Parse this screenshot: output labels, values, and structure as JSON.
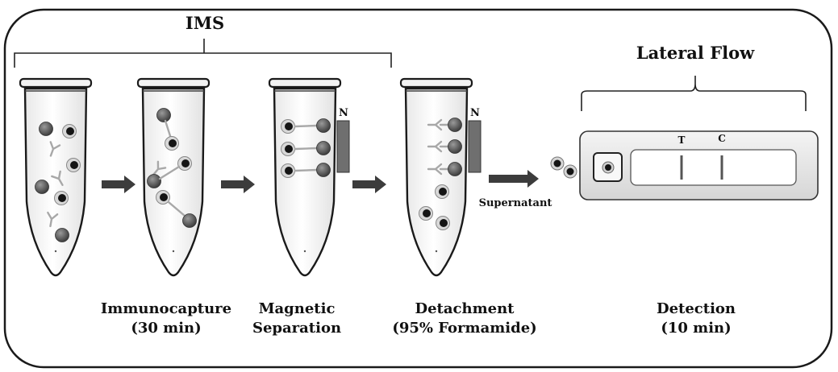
{
  "labels": {
    "ims": "IMS",
    "lateral_flow": "Lateral Flow",
    "supernatant": "Supernatant",
    "magnet": "N",
    "test_line": "T",
    "control_line": "C"
  },
  "steps": [
    {
      "name": "Immunocapture",
      "detail": "(30 min)"
    },
    {
      "name": "Magnetic",
      "detail": "Separation"
    },
    {
      "name": "Detachment",
      "detail": "(95% Formamide)"
    },
    {
      "name": "Detection",
      "detail": "(10 min)"
    }
  ],
  "colors": {
    "frame": "#1a1a1a",
    "bead": "#5a5a5a",
    "target": "#151515",
    "antibody": "#a8a8a8",
    "magnet_fill": "#6f6f6f",
    "arrow": "#3c3c3c",
    "cassette": "#e6e6e6"
  }
}
